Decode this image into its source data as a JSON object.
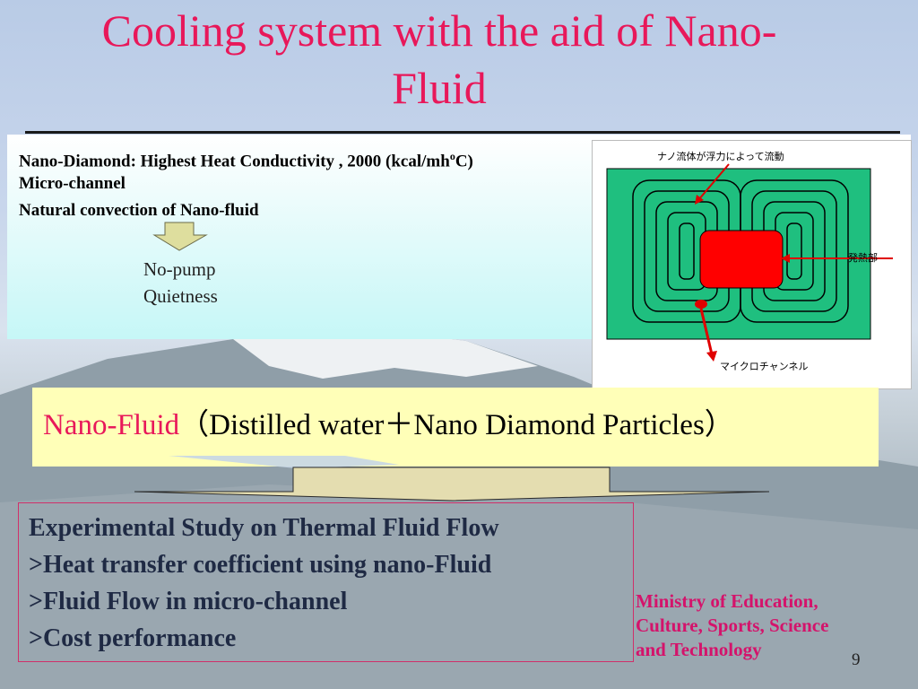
{
  "slide": {
    "title_line1": "Cooling system with the aid of Nano-",
    "title_line2": "Fluid",
    "page_number": "9"
  },
  "info": {
    "line1": "Nano-Diamond: Highest Heat Conductivity , 2000 (kcal/mh",
    "line1_sup": "o",
    "line1_tail": "C)",
    "line2": "Micro-channel",
    "line3": "Natural convection of Nano-fluid",
    "benefit1": "No-pump",
    "benefit2": "Quietness"
  },
  "diagram": {
    "label_top": "ナノ流体が浮力によって流動",
    "label_heat": "発熱部",
    "label_bottom": "マイクロチャンネル",
    "plate_color": "#1fbf7f",
    "heater_color": "#ff0000"
  },
  "nanofluid": {
    "label_red": "Nano-Fluid",
    "label_rest": "（Distilled water＋Nano Diamond Particles）"
  },
  "study": {
    "line1": "Experimental Study on Thermal Fluid Flow",
    "line2": ">Heat transfer coefficient using nano-Fluid",
    "line3": ">Fluid Flow in micro-channel",
    "line4": ">Cost performance"
  },
  "ministry": {
    "line1": "Ministry of Education,",
    "line2": "Culture, Sports, Science",
    "line3": "and Technology"
  }
}
